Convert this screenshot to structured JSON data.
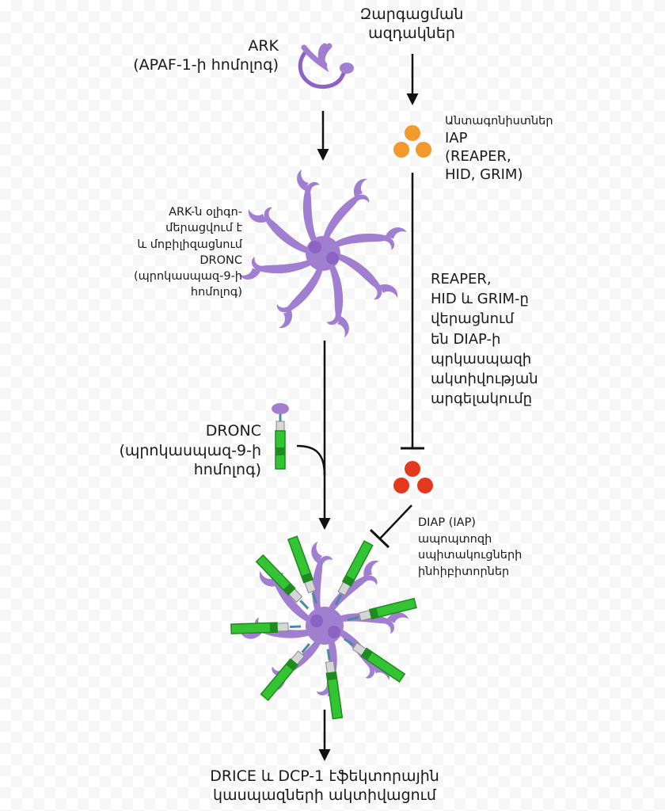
{
  "labels": {
    "ark_line1": "ARK",
    "ark_line2": "(APAF-1-ի հոմոլոգ)",
    "growth_line1": "Զարգացման",
    "growth_line2": "ազդակներ",
    "antag_line1": "Անտագոնիստներ",
    "antag_line2": "IAP",
    "antag_line3": "(REAPER,",
    "antag_line4": "HID, GRIM)",
    "oligo_line1": "ARK-ն օլիգո-",
    "oligo_line2": "մերացվում է",
    "oligo_line3": "և մոբիլիզացնում",
    "oligo_line4": "DRONC",
    "oligo_line5": "(պրոկասպազ-9-ի",
    "oligo_line6": "հոմոլոգ)",
    "reaper_line1": "REAPER,",
    "reaper_line2": "HID և GRIM-ը",
    "reaper_line3": "վերացնում",
    "reaper_line4": "են DIAP-ի",
    "reaper_line5": "պրկասպազի",
    "reaper_line6": "ակտիվության",
    "reaper_line7": "արգելակումը",
    "dronc_line1": "DRONC",
    "dronc_line2": "(պրոկասպազ-9-ի",
    "dronc_line3": "հոմոլոգ)",
    "diap_line1": "DIAP (IAP)",
    "diap_line2": "ապոպտոզի",
    "diap_line3": "սպիտակուցների",
    "diap_line4": "ինհիբիտորներ",
    "drice_line1": "DRICE և DCP-1 էֆեկտորային",
    "drice_line2": "կասպազների ակտիվացում"
  },
  "colors": {
    "ark_purple": "#a07fd0",
    "ark_purple_dark": "#8a63c4",
    "dronc_green": "#33c433",
    "dronc_green_dark": "#1f8a1f",
    "iap_orange": "#f39a2c",
    "diap_red": "#e33a1e",
    "linker_teal": "#4a8aa0",
    "arrow": "#111111"
  }
}
